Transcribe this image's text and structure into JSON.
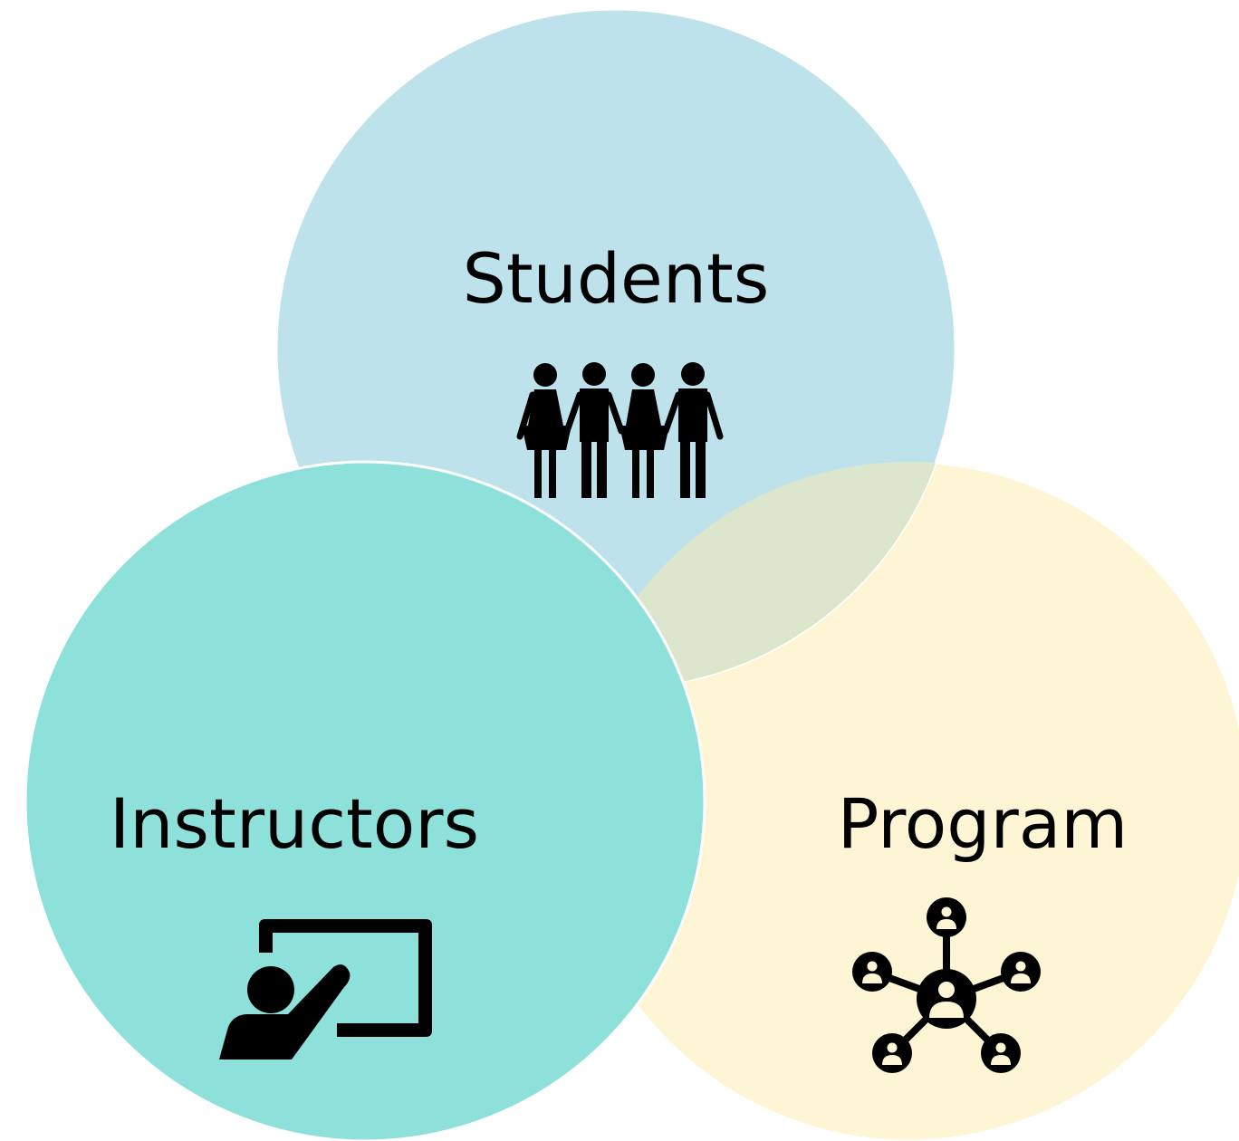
{
  "diagram": {
    "type": "venn",
    "circles": [
      {
        "id": "students",
        "label": "Students",
        "color": "#BEE2EC",
        "icon": "students-group-icon"
      },
      {
        "id": "program",
        "label": "Program",
        "color": "#FDF5D3",
        "icon": "program-network-icon"
      },
      {
        "id": "instructors",
        "label": "Instructors",
        "color": "#8EE0DA",
        "icon": "instructor-presentation-icon"
      }
    ],
    "overlap_color": "#DCE6CC",
    "outline_color": "#FFFFFF"
  }
}
